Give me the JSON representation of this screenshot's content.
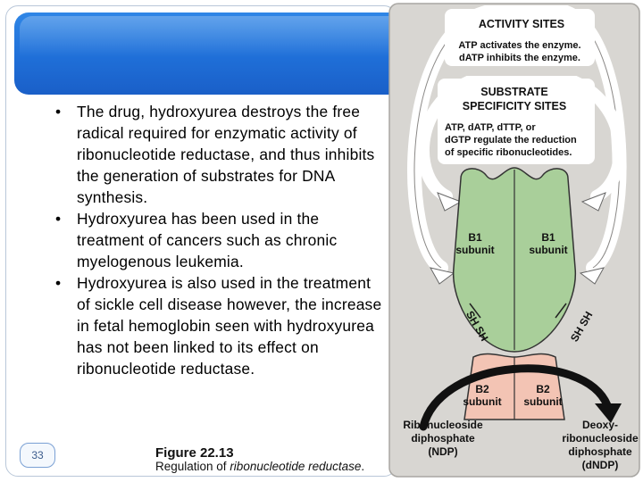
{
  "slide": {
    "bullets": [
      "The drug, hydroxyurea destroys the free radical required for enzymatic activity of ribonucleotide reductase, and thus inhibits the generation of substrates for DNA synthesis.",
      "Hydroxyurea has been used in the treatment of cancers such as chronic myelogenous leukemia.",
      "Hydroxyurea is also used in the treatment of sickle cell disease however, the increase in fetal hemoglobin seen with hydroxyurea has not been linked to its effect on ribonucleotide reductase."
    ],
    "page_number": "33"
  },
  "figure": {
    "title": "Figure 22.13",
    "caption_prefix": "Regulation of ",
    "caption_italic": "ribonucleotide reductase",
    "caption_suffix": "."
  },
  "diagram": {
    "activity_title": "ACTIVITY SITES",
    "activity_line1": "ATP activates the enzyme.",
    "activity_line2": "dATP inhibits the enzyme.",
    "specificity_title1": "SUBSTRATE",
    "specificity_title2": "SPECIFICITY SITES",
    "specificity_line1": "ATP, dATP, dTTP, or",
    "specificity_line2": "dGTP regulate the reduction",
    "specificity_line3": "of specific ribonucleotides.",
    "b1_left_1": "B1",
    "b1_left_2": "subunit",
    "b1_right_1": "B1",
    "b1_right_2": "subunit",
    "b2_left_1": "B2",
    "b2_left_2": "subunit",
    "b2_right_1": "B2",
    "b2_right_2": "subunit",
    "sh_label": "SH SH",
    "ndp_line1": "Ribonucleoside",
    "ndp_line2": "diphosphate",
    "ndp_line3": "(NDP)",
    "dndp_line1": "Deoxy-",
    "dndp_line2": "ribonucleoside",
    "dndp_line3": "diphosphate",
    "dndp_line4": "(dNDP)",
    "colors": {
      "panel_bg": "#d8d6d2",
      "b1_green": "#a9cf9a",
      "b2_pink": "#f3c4b4",
      "arrow_dark": "#111111"
    }
  }
}
